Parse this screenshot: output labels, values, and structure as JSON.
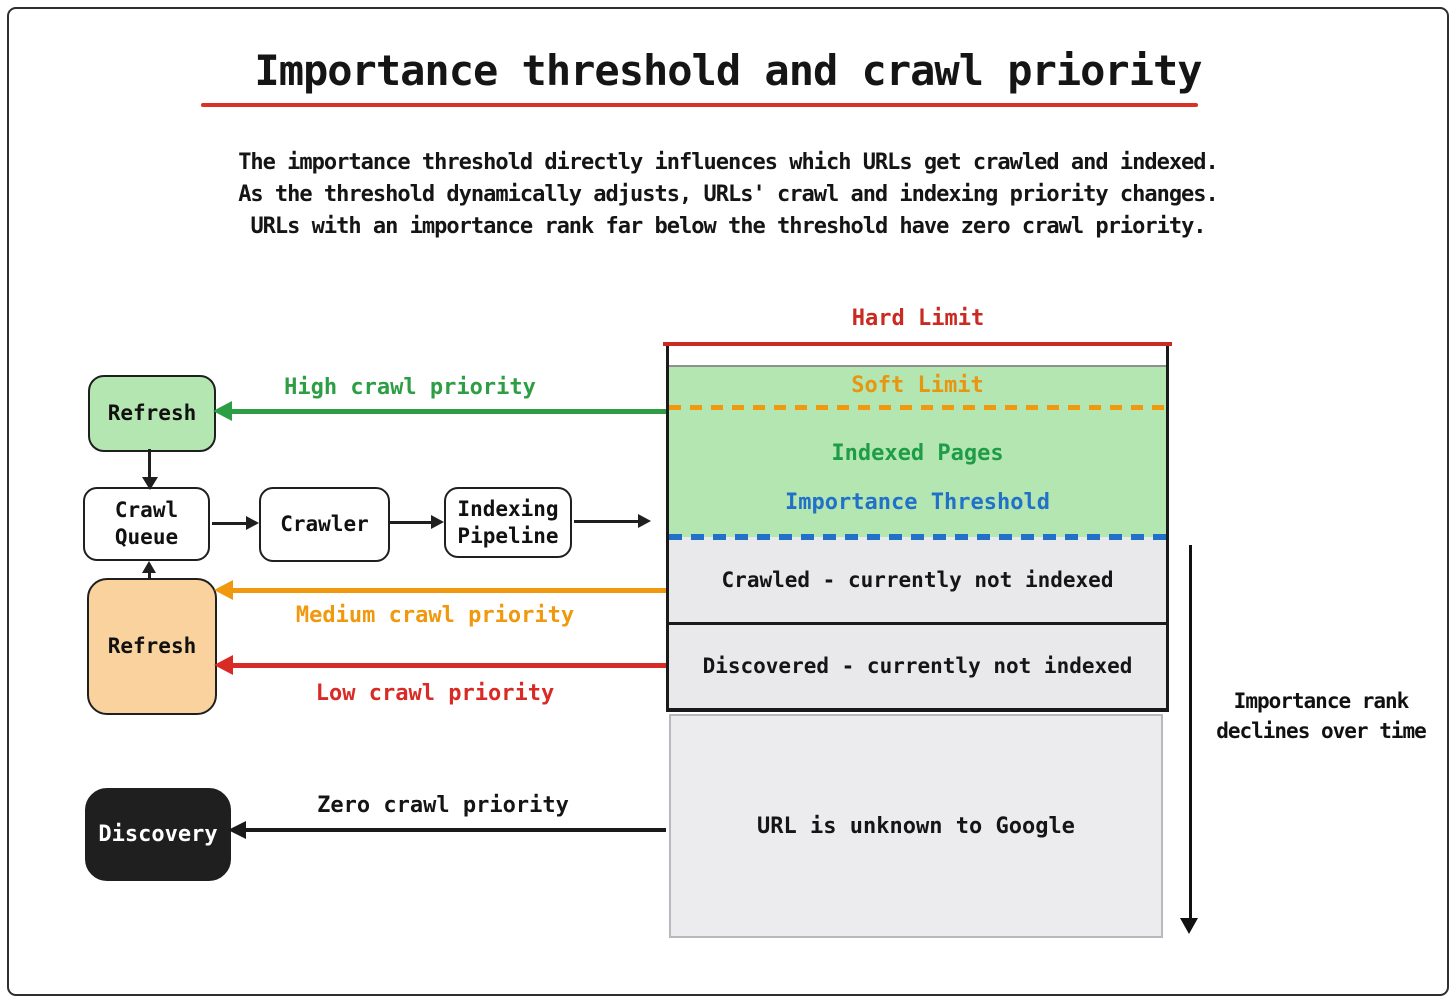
{
  "title": {
    "text": "Importance threshold and crawl priority",
    "underline_color": "#d93226"
  },
  "intro": {
    "lines": [
      "The importance threshold directly influences which URLs get crawled and indexed.",
      "As the threshold dynamically adjusts, URLs' crawl and indexing priority changes.",
      "URLs with an importance rank far below the threshold have zero crawl priority."
    ]
  },
  "flow": {
    "refresh_high": {
      "label": "Refresh",
      "fill": "#b4e6b1"
    },
    "crawl_queue": {
      "label": "Crawl Queue",
      "fill": "#ffffff"
    },
    "crawler": {
      "label": "Crawler",
      "fill": "#ffffff"
    },
    "indexing_pipeline": {
      "label": "Indexing Pipeline",
      "fill": "#ffffff"
    },
    "refresh_medium": {
      "label": "Refresh",
      "fill": "#f9d29e"
    },
    "discovery": {
      "label": "Discovery",
      "fill": "#1f1f1f",
      "text_color": "#ffffff"
    }
  },
  "priority_arrows": {
    "high": {
      "label": "High crawl priority",
      "color": "#2e9e44"
    },
    "medium": {
      "label": "Medium crawl priority",
      "color": "#f0990f"
    },
    "low": {
      "label": "Low crawl priority",
      "color": "#d92b25"
    },
    "zero": {
      "label": "Zero crawl priority",
      "color": "#1a1a1a"
    }
  },
  "stack": {
    "hard_limit": {
      "label": "Hard Limit",
      "color": "#c92a21"
    },
    "soft_limit": {
      "label": "Soft Limit",
      "color": "#e8960f"
    },
    "indexed_pages": {
      "label": "Indexed Pages",
      "color": "#1f9c47",
      "zone_fill": "#b4e6b1"
    },
    "importance_threshold": {
      "label": "Importance Threshold",
      "color": "#2271c9"
    },
    "crawled": {
      "label": "Crawled - currently not indexed",
      "fill": "#e9e9eb"
    },
    "discovered": {
      "label": "Discovered - currently not indexed",
      "fill": "#e9e9eb"
    },
    "unknown": {
      "label": "URL is unknown to Google",
      "fill": "#ececee"
    }
  },
  "side_note": {
    "line1": "Importance rank",
    "line2": "declines over time"
  }
}
